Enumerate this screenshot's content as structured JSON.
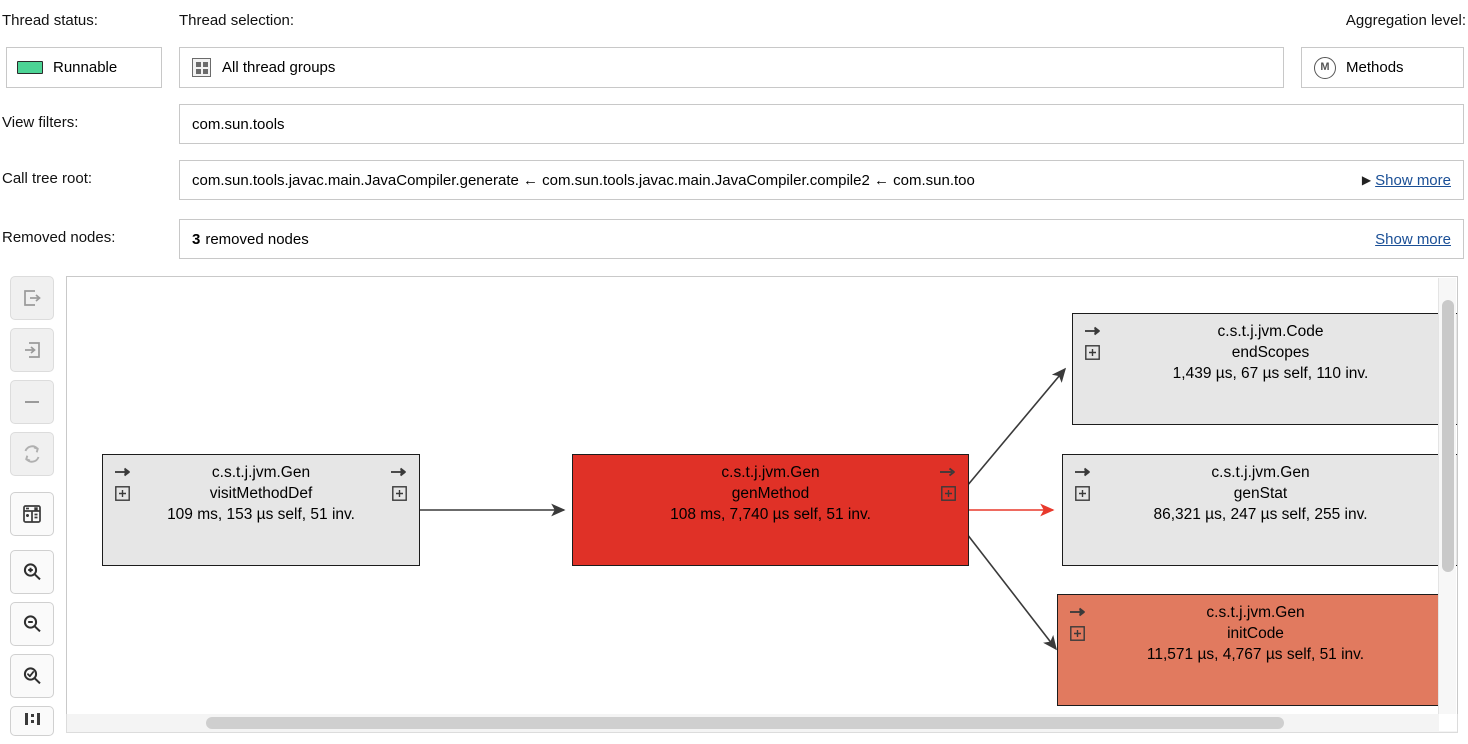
{
  "header": {
    "thread_status_label": "Thread status:",
    "thread_status_value": "Runnable",
    "thread_selection_label": "Thread selection:",
    "thread_selection_value": "All thread groups",
    "thread_selection_icon": "thread-group-grid-icon",
    "aggregation_label": "Aggregation level:",
    "aggregation_value": "Methods",
    "aggregation_icon": "circled-m-icon",
    "status_icon": "runnable-green-swatch",
    "status_color": "#4cd495"
  },
  "filters": {
    "view_filters_label": "View filters:",
    "view_filters_value": "com.sun.tools",
    "call_tree_root_label": "Call tree root:",
    "call_tree_root_value": "com.sun.tools.javac.main.JavaCompiler.generate ← com.sun.tools.javac.main.JavaCompiler.compile2 ← com.sun.too",
    "call_tree_root_overflow_icon": "expand-triangle-icon",
    "call_tree_root_show_more": "Show more",
    "removed_nodes_label": "Removed nodes:",
    "removed_nodes_count": "3",
    "removed_nodes_text": "removed nodes",
    "removed_nodes_show_more": "Show more",
    "link_color": "#1a4f96"
  },
  "toolbar": {
    "buttons": [
      {
        "name": "show-outgoing-calls-button",
        "icon": "arrow-out-of-box-icon",
        "enabled": false
      },
      {
        "name": "show-incoming-calls-button",
        "icon": "arrow-into-box-icon",
        "enabled": false
      },
      {
        "name": "remove-node-button",
        "icon": "minus-icon",
        "enabled": false
      },
      {
        "name": "reset-graph-button",
        "icon": "refresh-cycle-icon",
        "enabled": false
      },
      {
        "name": "calculate-button",
        "icon": "calculator-icon",
        "enabled": true
      },
      {
        "name": "zoom-in-button",
        "icon": "magnifier-plus-icon",
        "enabled": true
      },
      {
        "name": "zoom-out-button",
        "icon": "magnifier-minus-icon",
        "enabled": true
      },
      {
        "name": "zoom-fit-button",
        "icon": "magnifier-fit-icon",
        "enabled": true
      },
      {
        "name": "layout-button",
        "icon": "columns-layout-icon",
        "enabled": true
      }
    ]
  },
  "graph": {
    "nodes": [
      {
        "id": "visitMethodDef",
        "class_name": "c.s.t.j.jvm.Gen",
        "method": "visitMethodDef",
        "stats": "109 ms, 153 µs self, 51 inv.",
        "color": "#e6e6e6",
        "left_icons": [
          "incoming-arrow-icon",
          "expand-plus-icon"
        ],
        "right_icons": [
          "outgoing-arrow-icon",
          "expand-plus-icon"
        ]
      },
      {
        "id": "genMethod",
        "class_name": "c.s.t.j.jvm.Gen",
        "method": "genMethod",
        "stats": "108 ms, 7,740 µs self, 51 inv.",
        "color": "#e03127",
        "left_icons": [],
        "right_icons": [
          "outgoing-arrow-icon",
          "expand-plus-icon"
        ]
      },
      {
        "id": "endScopes",
        "class_name": "c.s.t.j.jvm.Code",
        "method": "endScopes",
        "stats": "1,439 µs, 67 µs self, 110 inv.",
        "color": "#e6e6e6",
        "left_icons": [
          "incoming-arrow-icon",
          "expand-plus-icon"
        ],
        "right_icons": [
          "outgoing-arrow-icon",
          "expand-plus-icon"
        ]
      },
      {
        "id": "genStat",
        "class_name": "c.s.t.j.jvm.Gen",
        "method": "genStat",
        "stats": "86,321 µs, 247 µs self, 255 inv.",
        "color": "#e6e6e6",
        "left_icons": [
          "incoming-arrow-icon",
          "expand-plus-icon"
        ],
        "right_icons": []
      },
      {
        "id": "initCode",
        "class_name": "c.s.t.j.jvm.Gen",
        "method": "initCode",
        "stats": "11,571 µs, 4,767 µs self, 51 inv.",
        "color": "#e17a5f",
        "left_icons": [
          "incoming-arrow-icon",
          "expand-plus-icon"
        ],
        "right_icons": []
      }
    ],
    "edges": [
      {
        "from": "visitMethodDef",
        "to": "genMethod",
        "color": "#3a3a3a"
      },
      {
        "from": "genMethod",
        "to": "endScopes",
        "color": "#3a3a3a"
      },
      {
        "from": "genMethod",
        "to": "genStat",
        "color": "#e8392c"
      },
      {
        "from": "genMethod",
        "to": "initCode",
        "color": "#3a3a3a"
      }
    ]
  }
}
